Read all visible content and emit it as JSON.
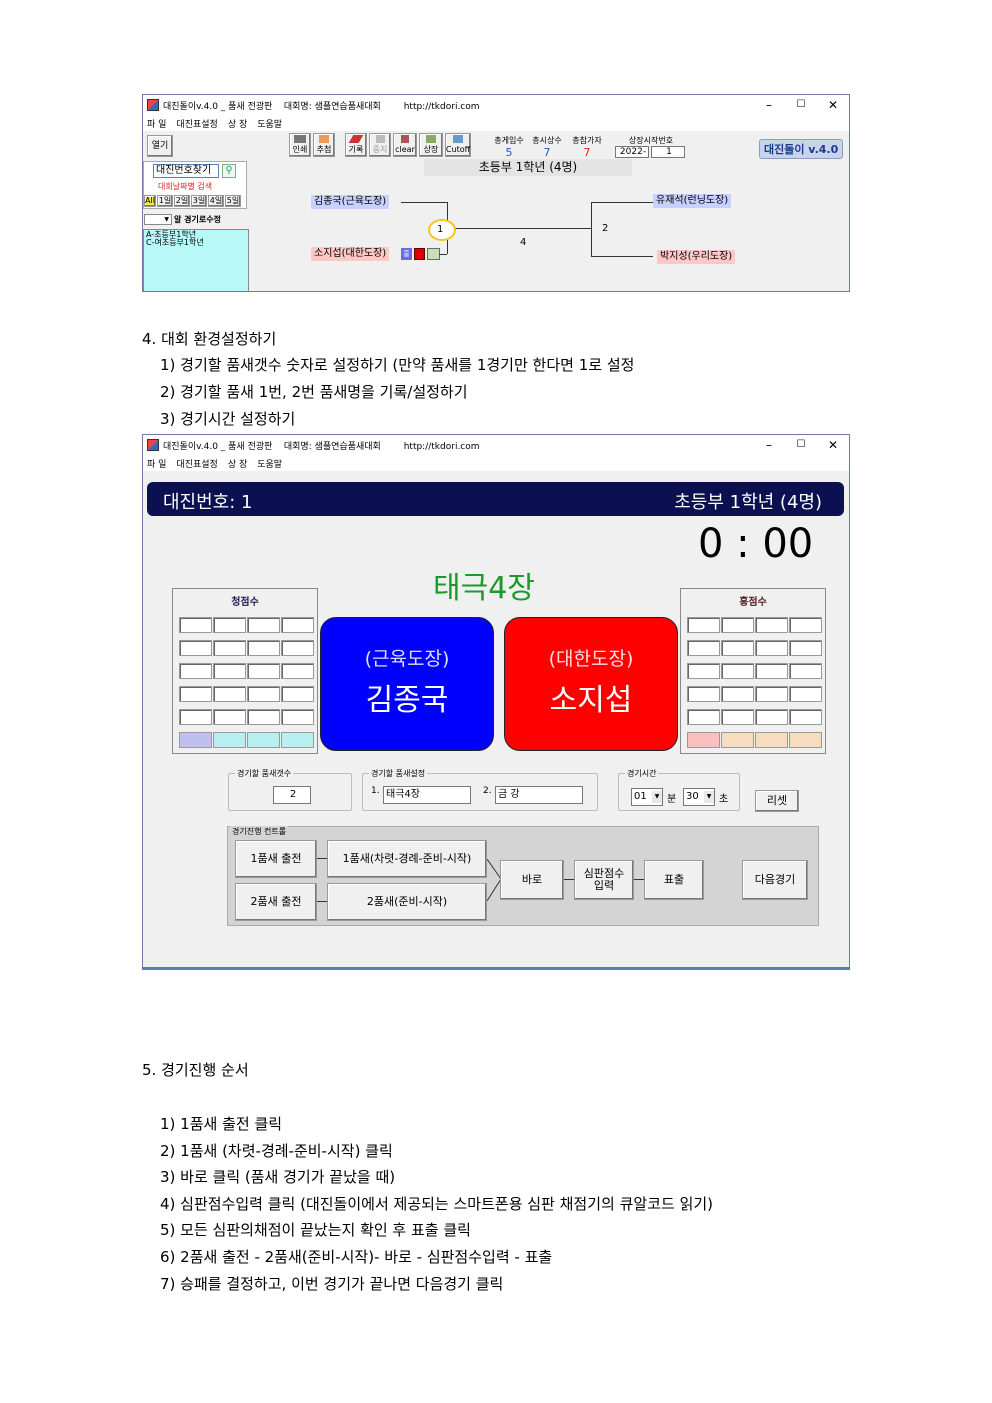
{
  "window1": {
    "title": "대진돌이v.4.0 _ 품새 전광판    대회명: 샘플연습품새대회        http://tkdori.com",
    "menu": [
      "파 일",
      "대진표설정",
      "상 장",
      "도움말"
    ],
    "controls": [
      "–",
      "☐",
      "✕"
    ],
    "open_label": "열기",
    "toolbar": [
      "인쇄",
      "추첨",
      "기록",
      "중지",
      "clear",
      "상장",
      "Cutoff"
    ],
    "stats": {
      "labels": [
        "총게임수",
        "총시상수",
        "총참가자",
        "상장시작번호"
      ],
      "values": [
        "5",
        "7",
        "7"
      ],
      "year": "2022-",
      "start_no": "1"
    },
    "logo": "대진돌이 v.4.0",
    "search_label": "대진번호찾기",
    "date_search": "대회날짜별 검색",
    "date_buttons": [
      "All",
      "1일",
      "2일",
      "3일",
      "4일",
      "5일"
    ],
    "match_edit": "알 경기로수정",
    "list_items": [
      "A-초등부1학년",
      "C-여초등부1학년"
    ],
    "division_title": "초등부 1학년 (4명)",
    "bracket": {
      "p1": "김종국(근육도장)",
      "p2": "소지섭(대한도장)",
      "p3": "유재석(런닝도장)",
      "p4": "박지성(우리도장)",
      "m1": "1",
      "m2": "2",
      "m3": "4",
      "hong": "홍"
    }
  },
  "section4": {
    "heading": "4. 대회 환경설정하기",
    "items": [
      "1) 경기할 품새갯수 숫자로 설정하기 (만약 품새를 1경기만 한다면 1로 설정",
      "2) 경기할 품새 1번, 2번 품새명을 기록/설정하기",
      "3) 경기시간 설정하기"
    ]
  },
  "window2": {
    "title": "대진돌이v.4.0 _ 품새 전광판    대회명: 샘플연습품새대회        http://tkdori.com",
    "menu": [
      "파 일",
      "대진표설정",
      "상 장",
      "도움말"
    ],
    "controls": [
      "–",
      "☐",
      "✕"
    ],
    "match_no": "대진번호: 1",
    "division": "초등부 1학년 (4명)",
    "timer": "0 : 00",
    "poomsae": "태극4장",
    "blue_label": "청점수",
    "red_label": "홍점수",
    "blue": {
      "club": "(근육도장)",
      "name": "김종국",
      "color": "#0000ff"
    },
    "red": {
      "club": "(대한도장)",
      "name": "소지섭",
      "color": "#ff0000"
    },
    "count_group": "경기할 품새갯수",
    "count_value": "2",
    "setting_group": "경기할 품새설정",
    "p1_num": "1.",
    "p1_value": "태극4장",
    "p2_num": "2.",
    "p2_value": "금 강",
    "time_group": "경기시간",
    "min_value": "01",
    "min_unit": "분",
    "sec_value": "30",
    "sec_unit": "초",
    "reset": "리셋",
    "control_group": "경기진행 컨트롤",
    "btn_p1_enter": "1품새 출전",
    "btn_p1_seq": "1품새(차렷-경례-준비-시작)",
    "btn_p2_enter": "2품새 출전",
    "btn_p2_seq": "2품새(준비-시작)",
    "btn_stop": "바로",
    "btn_score": "심판점수 입력",
    "btn_show": "표출",
    "btn_next": "다음경기"
  },
  "section5": {
    "heading": "5. 경기진행 순서",
    "items": [
      "1) 1품새 출전 클릭",
      "2) 1품새 (차렷-경례-준비-시작) 클릭",
      "3) 바로 클릭 (품새 경기가 끝났을 때)",
      "4) 심판점수입력 클릭 (대진돌이에서 제공되는 스마트폰용 심판 채점기의 큐알코드 읽기)",
      "5) 모든 심판의채점이 끝났는지 확인 후 표출 클릭",
      "6) 2품새 출전 - 2품새(준비-시작)- 바로 - 심판점수입력 - 표출",
      "7) 승패를 결정하고, 이번 경기가 끝나면 다음경기 클릭"
    ]
  }
}
